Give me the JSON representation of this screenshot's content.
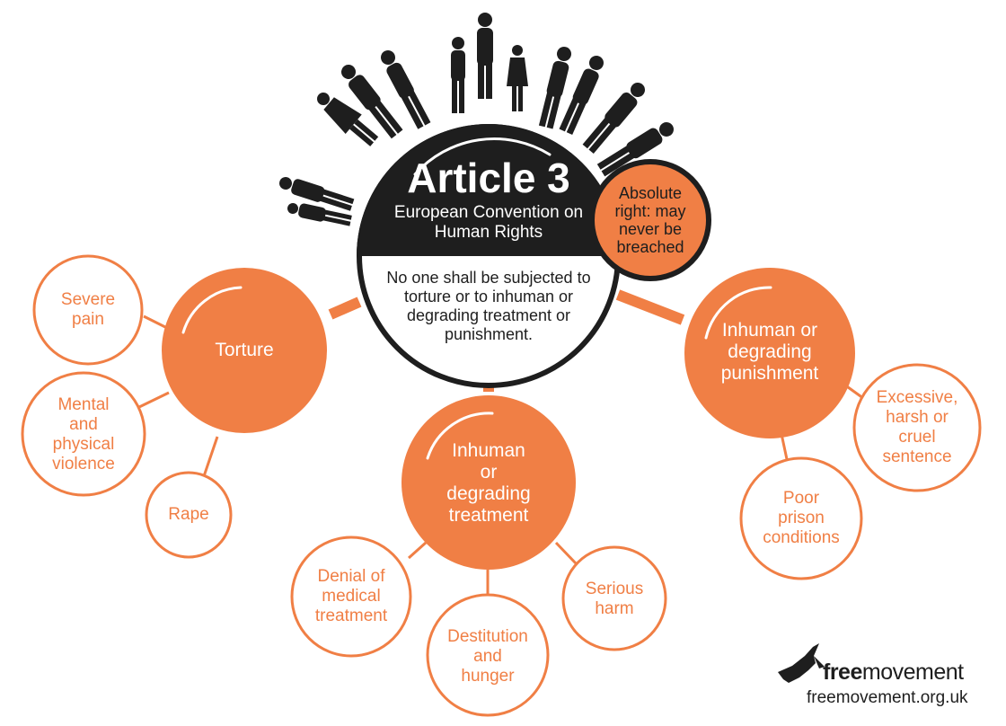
{
  "colors": {
    "orange": "#f07f45",
    "dark": "#1e1e1e",
    "white": "#ffffff"
  },
  "center": {
    "title": "Article 3",
    "subtitle": "European Convention on\nHuman Rights",
    "quote": "No one shall be subjected to\ntorture or to inhuman or\ndegrading treatment or\npunishment."
  },
  "badge": "Absolute\nright: may\nnever be\nbreached",
  "categories": [
    {
      "label": "Torture",
      "items": [
        "Severe\npain",
        "Mental\nand\nphysical\nviolence",
        "Rape"
      ]
    },
    {
      "label": "Inhuman\nor\ndegrading\ntreatment",
      "items": [
        "Denial of\nmedical\ntreatment",
        "Destitution\nand\nhunger",
        "Serious\nharm"
      ]
    },
    {
      "label": "Inhuman or\ndegrading\npunishment",
      "items": [
        "Excessive,\nharsh or\ncruel\nsentence",
        "Poor\nprison\nconditions"
      ]
    }
  ],
  "logo": {
    "name_bold": "free",
    "name_regular": "movement",
    "url": "freemovement.org.uk",
    "icon": "bird-icon"
  },
  "decoration": {
    "icon": "people-silhouettes-icon"
  }
}
